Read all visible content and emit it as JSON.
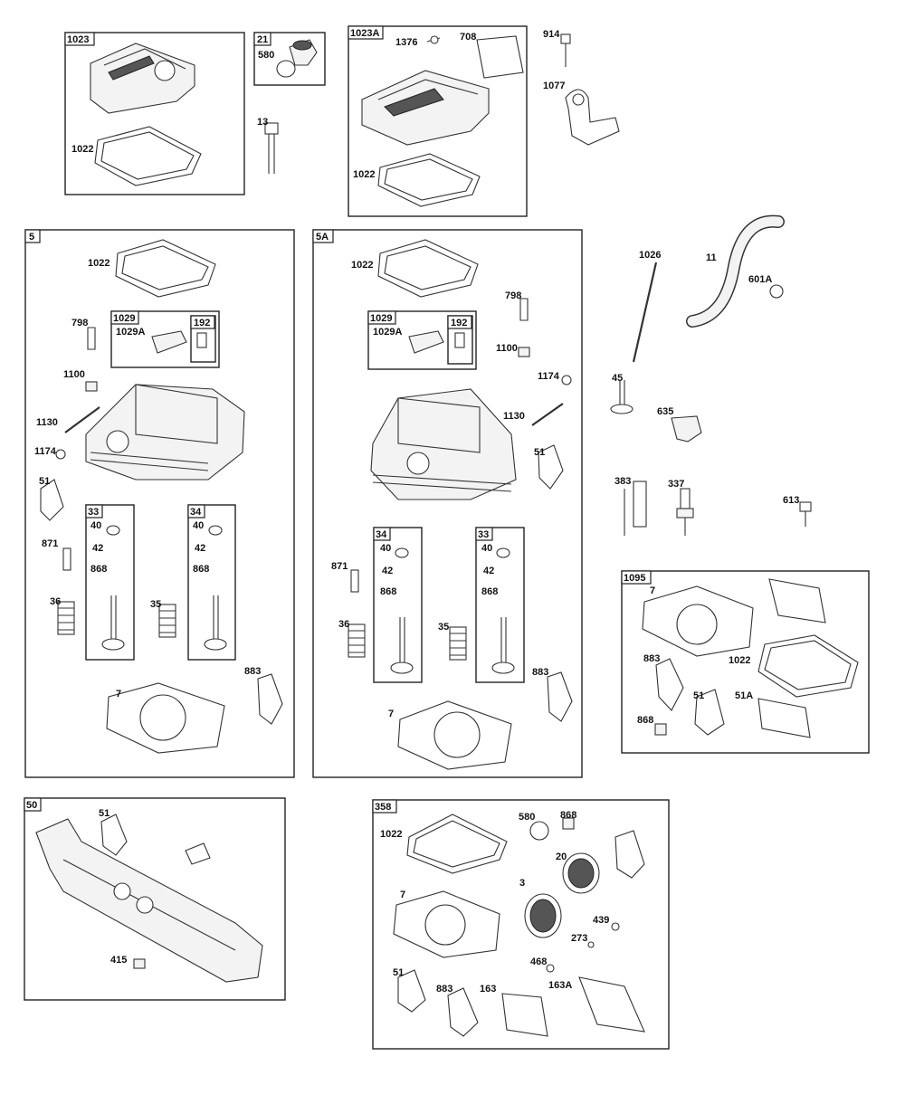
{
  "assemblies": [
    {
      "id": "a1023",
      "tag": "1023",
      "parts": [
        "1022"
      ]
    },
    {
      "id": "a21",
      "tag": "21",
      "parts": [
        "580"
      ]
    },
    {
      "id": "a1023A",
      "tag": "1023A",
      "parts": [
        "1376",
        "708",
        "1022"
      ]
    },
    {
      "id": "a5",
      "tag": "5",
      "parts": [
        "1022",
        "798",
        "1100",
        "1130",
        "1174",
        "51",
        "871",
        "36",
        "35",
        "7",
        "883"
      ]
    },
    {
      "id": "a1029_left",
      "tag": "1029",
      "parts": [
        "1029A"
      ]
    },
    {
      "id": "a192_left",
      "tag": "192",
      "parts": []
    },
    {
      "id": "a33_left",
      "tag": "33",
      "parts": [
        "40",
        "42",
        "868"
      ]
    },
    {
      "id": "a34_left",
      "tag": "34",
      "parts": [
        "40",
        "42",
        "868"
      ]
    },
    {
      "id": "a5A",
      "tag": "5A",
      "parts": [
        "1022",
        "798",
        "1100",
        "1174",
        "1130",
        "51",
        "871",
        "36",
        "35",
        "883",
        "7"
      ]
    },
    {
      "id": "a1029_right",
      "tag": "1029",
      "parts": [
        "1029A"
      ]
    },
    {
      "id": "a192_right",
      "tag": "192",
      "parts": []
    },
    {
      "id": "a34_right",
      "tag": "34",
      "parts": [
        "40",
        "42",
        "868"
      ]
    },
    {
      "id": "a33_right",
      "tag": "33",
      "parts": [
        "40",
        "42",
        "868"
      ]
    },
    {
      "id": "a1095",
      "tag": "1095",
      "parts": [
        "7",
        "883",
        "1022",
        "51",
        "51A",
        "868"
      ]
    },
    {
      "id": "a50",
      "tag": "50",
      "parts": [
        "51",
        "415"
      ]
    },
    {
      "id": "a358",
      "tag": "358",
      "parts": [
        "1022",
        "580",
        "868",
        "20",
        "3",
        "7",
        "439",
        "273",
        "468",
        "51",
        "883",
        "163",
        "163A"
      ]
    }
  ],
  "loose_parts": [
    "914",
    "1077",
    "13",
    "1026",
    "11",
    "601A",
    "45",
    "635",
    "383",
    "337",
    "613"
  ]
}
